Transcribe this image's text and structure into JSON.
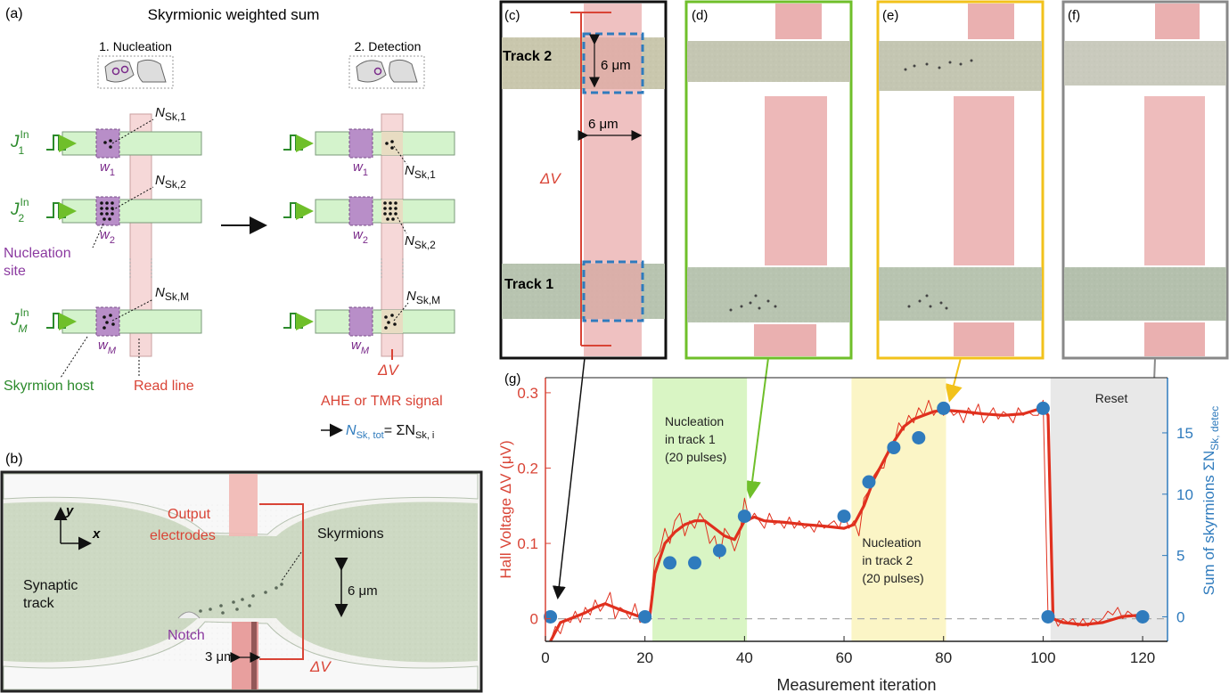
{
  "panel_a": {
    "label": "(a)",
    "title": "Skyrmionic weighted sum",
    "step1": "1. Nucleation",
    "step2": "2. Detection",
    "inputs": [
      {
        "j": "J",
        "sup": "In",
        "sub": "1",
        "w": "w",
        "wsub": "1",
        "n": "N",
        "nsub": "Sk,1"
      },
      {
        "j": "J",
        "sup": "In",
        "sub": "2",
        "w": "w",
        "wsub": "2",
        "n": "N",
        "nsub": "Sk,2"
      },
      {
        "j": "J",
        "sup": "In",
        "sub": "M",
        "w": "w",
        "wsub": "M",
        "n": "N",
        "nsub": "Sk,M"
      }
    ],
    "nucleation_site": [
      "Nucleation",
      "site"
    ],
    "skyrmion_host": "Skyrmion host",
    "read_line": "Read line",
    "delta_v": "ΔV",
    "signal": "AHE or TMR signal",
    "sum_n": "N",
    "sum_sub": "Sk, tot",
    "sum_eq": "= ΣN",
    "sum_eq_sub": "Sk, i"
  },
  "panel_b": {
    "label": "(b)",
    "output": [
      "Output",
      "electrodes"
    ],
    "skyrmions": "Skyrmions",
    "synaptic": [
      "Synaptic",
      "track"
    ],
    "notch": "Notch",
    "width_6": "6 μm",
    "width_3": "3 μm",
    "delta_v": "ΔV",
    "axis_y": "y",
    "axis_x": "x"
  },
  "panel_c": {
    "label": "(c)",
    "track2": "Track 2",
    "track1": "Track 1",
    "dim1": "6 μm",
    "dim2": "6 μm",
    "delta_v": "ΔV"
  },
  "panel_labels": {
    "d": "(d)",
    "e": "(e)",
    "f": "(f)",
    "g": "(g)"
  },
  "chart_data": {
    "type": "line",
    "xlabel": "Measurement iteration",
    "ylabel": "Hall Voltage ΔV (μV)",
    "ylabel2": "Sum of skyrmions ΣN",
    "ylabel2_sub": "Sk, detec",
    "xlim": [
      0,
      125
    ],
    "ylim": [
      -0.03,
      0.32
    ],
    "ylim2": [
      -2.0,
      19.5
    ],
    "xticks": [
      0,
      20,
      40,
      60,
      80,
      100,
      120
    ],
    "yticks": [
      0,
      0.1,
      0.2,
      0.3
    ],
    "yticks_labels": [
      "0",
      "0.1",
      "0.2",
      "0.3"
    ],
    "yticks2": [
      0,
      5,
      10,
      15
    ],
    "regions": [
      {
        "x0": 21.5,
        "x1": 40.5,
        "color": "#d9f5c4",
        "label": [
          "Nucleation",
          "in track 1",
          "(20 pulses)"
        ]
      },
      {
        "x0": 61.5,
        "x1": 80.5,
        "color": "#fbf5c6",
        "label": [
          "Nucleation",
          "in track 2",
          "(20 pulses)"
        ]
      },
      {
        "x0": 101.5,
        "x1": 125,
        "color": "#e8e8e8",
        "label": [
          "Reset"
        ]
      }
    ],
    "series": [
      {
        "kind": "raw",
        "color": "#e0301e",
        "x": [
          1,
          2,
          3,
          4,
          5,
          6,
          7,
          8,
          9,
          10,
          11,
          12,
          13,
          14,
          15,
          16,
          17,
          18,
          19,
          20,
          21,
          22,
          23,
          24,
          25,
          26,
          27,
          28,
          29,
          30,
          31,
          32,
          33,
          34,
          35,
          36,
          37,
          38,
          39,
          40,
          41,
          42,
          43,
          44,
          45,
          46,
          47,
          48,
          49,
          50,
          51,
          52,
          53,
          54,
          55,
          56,
          57,
          58,
          59,
          60,
          61,
          62,
          63,
          64,
          65,
          66,
          67,
          68,
          69,
          70,
          71,
          72,
          73,
          74,
          75,
          76,
          77,
          78,
          79,
          80,
          81,
          82,
          83,
          84,
          85,
          86,
          87,
          88,
          89,
          90,
          91,
          92,
          93,
          94,
          95,
          96,
          97,
          98,
          99,
          100,
          101,
          102,
          103,
          104,
          105,
          106,
          107,
          108,
          109,
          110,
          111,
          112,
          113,
          114,
          115,
          116,
          117,
          118,
          119,
          120
        ],
        "y": [
          -0.03,
          -0.01,
          -0.02,
          0.0,
          -0.005,
          0.01,
          -0.005,
          0.015,
          0.005,
          0.025,
          0.01,
          0.02,
          0.035,
          0.0,
          0.015,
          0.01,
          0.0,
          0.02,
          -0.005,
          0.0,
          0.01,
          0.08,
          0.09,
          0.12,
          0.1,
          0.13,
          0.14,
          0.11,
          0.13,
          0.12,
          0.14,
          0.13,
          0.1,
          0.11,
          0.08,
          0.12,
          0.11,
          0.09,
          0.11,
          0.16,
          0.13,
          0.14,
          0.13,
          0.12,
          0.14,
          0.125,
          0.13,
          0.12,
          0.135,
          0.12,
          0.13,
          0.12,
          0.125,
          0.115,
          0.13,
          0.12,
          0.125,
          0.13,
          0.12,
          0.14,
          0.12,
          0.13,
          0.11,
          0.16,
          0.17,
          0.19,
          0.2,
          0.2,
          0.23,
          0.23,
          0.26,
          0.25,
          0.27,
          0.26,
          0.28,
          0.27,
          0.29,
          0.27,
          0.28,
          0.27,
          0.28,
          0.27,
          0.275,
          0.26,
          0.28,
          0.27,
          0.285,
          0.26,
          0.27,
          0.28,
          0.265,
          0.275,
          0.27,
          0.26,
          0.28,
          0.27,
          0.275,
          0.27,
          0.27,
          0.29,
          0.0,
          0.005,
          -0.01,
          0.0,
          -0.005,
          0.0,
          -0.01,
          0.0,
          -0.01,
          0.0,
          -0.005,
          0.0,
          0.01,
          0.005,
          0.015,
          0.0,
          0.01,
          0.005,
          0.0,
          0.0
        ]
      },
      {
        "kind": "smooth",
        "color": "#e0301e",
        "x": [
          1,
          3,
          5,
          8,
          10,
          12,
          15,
          18,
          20,
          21,
          22,
          24,
          26,
          28,
          30,
          32,
          34,
          36,
          38,
          40,
          42,
          44,
          48,
          52,
          56,
          60,
          62,
          64,
          66,
          68,
          70,
          72,
          74,
          76,
          78,
          80,
          84,
          88,
          92,
          96,
          100,
          101,
          102,
          104,
          108,
          112,
          116,
          120
        ],
        "y": [
          -0.03,
          -0.005,
          0.0,
          0.008,
          0.015,
          0.02,
          0.012,
          0.005,
          0.0,
          0.005,
          0.06,
          0.1,
          0.115,
          0.125,
          0.13,
          0.13,
          0.12,
          0.11,
          0.105,
          0.13,
          0.135,
          0.13,
          0.128,
          0.125,
          0.123,
          0.12,
          0.125,
          0.15,
          0.185,
          0.21,
          0.235,
          0.255,
          0.265,
          0.27,
          0.275,
          0.277,
          0.275,
          0.272,
          0.27,
          0.272,
          0.28,
          0.27,
          0.0,
          -0.005,
          -0.008,
          -0.005,
          0.003,
          0.005
        ]
      },
      {
        "kind": "points",
        "axis": "right",
        "color": "#2f7bbd",
        "x": [
          1,
          20,
          25,
          30,
          35,
          40,
          60,
          65,
          70,
          75,
          80,
          100,
          101,
          120
        ],
        "y": [
          0,
          0,
          4.4,
          4.4,
          5.4,
          8.2,
          8.2,
          11.0,
          13.8,
          14.6,
          17.0,
          17.0,
          0,
          0
        ]
      }
    ]
  }
}
